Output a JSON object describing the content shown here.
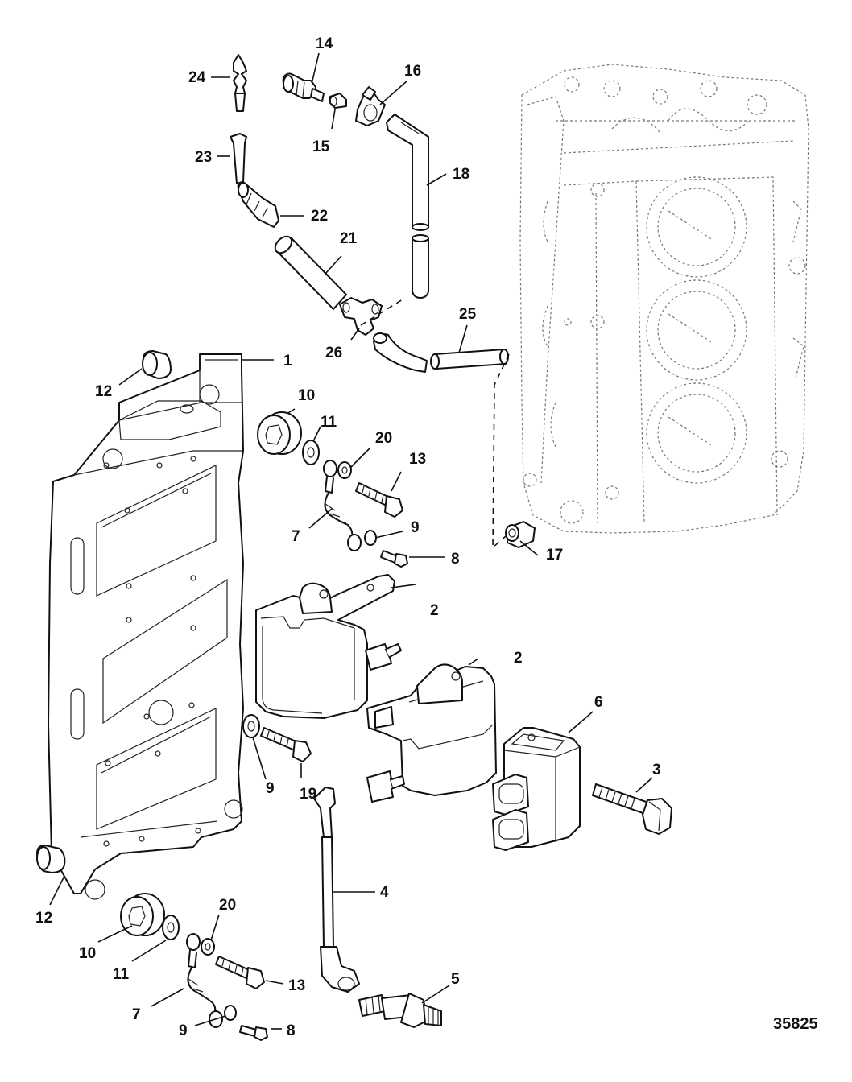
{
  "figure_number": "35825",
  "callouts": [
    {
      "id": "c1",
      "label": "1"
    },
    {
      "id": "c2a",
      "label": "2"
    },
    {
      "id": "c2b",
      "label": "2"
    },
    {
      "id": "c3",
      "label": "3"
    },
    {
      "id": "c4",
      "label": "4"
    },
    {
      "id": "c5",
      "label": "5"
    },
    {
      "id": "c6",
      "label": "6"
    },
    {
      "id": "c7a",
      "label": "7"
    },
    {
      "id": "c7b",
      "label": "7"
    },
    {
      "id": "c8a",
      "label": "8"
    },
    {
      "id": "c8b",
      "label": "8"
    },
    {
      "id": "c9a",
      "label": "9"
    },
    {
      "id": "c9b",
      "label": "9"
    },
    {
      "id": "c9c",
      "label": "9"
    },
    {
      "id": "c10a",
      "label": "10"
    },
    {
      "id": "c10b",
      "label": "10"
    },
    {
      "id": "c11a",
      "label": "11"
    },
    {
      "id": "c11b",
      "label": "11"
    },
    {
      "id": "c12a",
      "label": "12"
    },
    {
      "id": "c12b",
      "label": "12"
    },
    {
      "id": "c13a",
      "label": "13"
    },
    {
      "id": "c13b",
      "label": "13"
    },
    {
      "id": "c14",
      "label": "14"
    },
    {
      "id": "c15",
      "label": "15"
    },
    {
      "id": "c16",
      "label": "16"
    },
    {
      "id": "c17",
      "label": "17"
    },
    {
      "id": "c18",
      "label": "18"
    },
    {
      "id": "c19",
      "label": "19"
    },
    {
      "id": "c20a",
      "label": "20"
    },
    {
      "id": "c20b",
      "label": "20"
    },
    {
      "id": "c21",
      "label": "21"
    },
    {
      "id": "c22",
      "label": "22"
    },
    {
      "id": "c23",
      "label": "23"
    },
    {
      "id": "c24",
      "label": "24"
    },
    {
      "id": "c25",
      "label": "25"
    },
    {
      "id": "c26",
      "label": "26"
    }
  ]
}
